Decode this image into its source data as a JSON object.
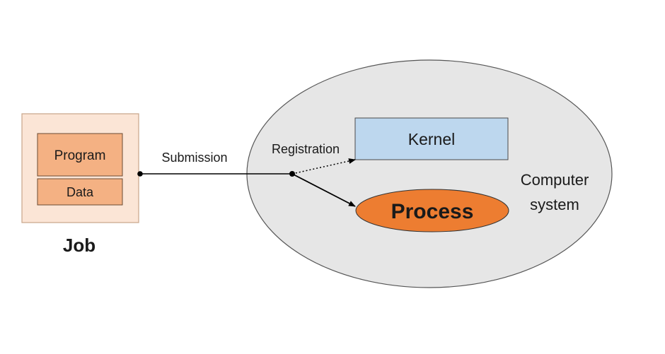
{
  "job": {
    "label": "Job",
    "program_label": "Program",
    "data_label": "Data"
  },
  "edges": {
    "submission_label": "Submission",
    "registration_label": "Registration"
  },
  "system": {
    "label_line1": "Computer",
    "label_line2": "system",
    "kernel_label": "Kernel",
    "process_label": "Process"
  },
  "colors": {
    "job_outer_fill": "#fbe5d6",
    "job_outer_stroke": "#c9a58a",
    "job_inner_fill": "#f4b183",
    "job_inner_stroke": "#6b4a33",
    "system_fill": "#e6e6e6",
    "system_stroke": "#555555",
    "kernel_fill": "#bdd7ee",
    "kernel_stroke": "#4a4a4a",
    "process_fill": "#ed7d31",
    "process_stroke": "#333333",
    "line": "#000000"
  }
}
